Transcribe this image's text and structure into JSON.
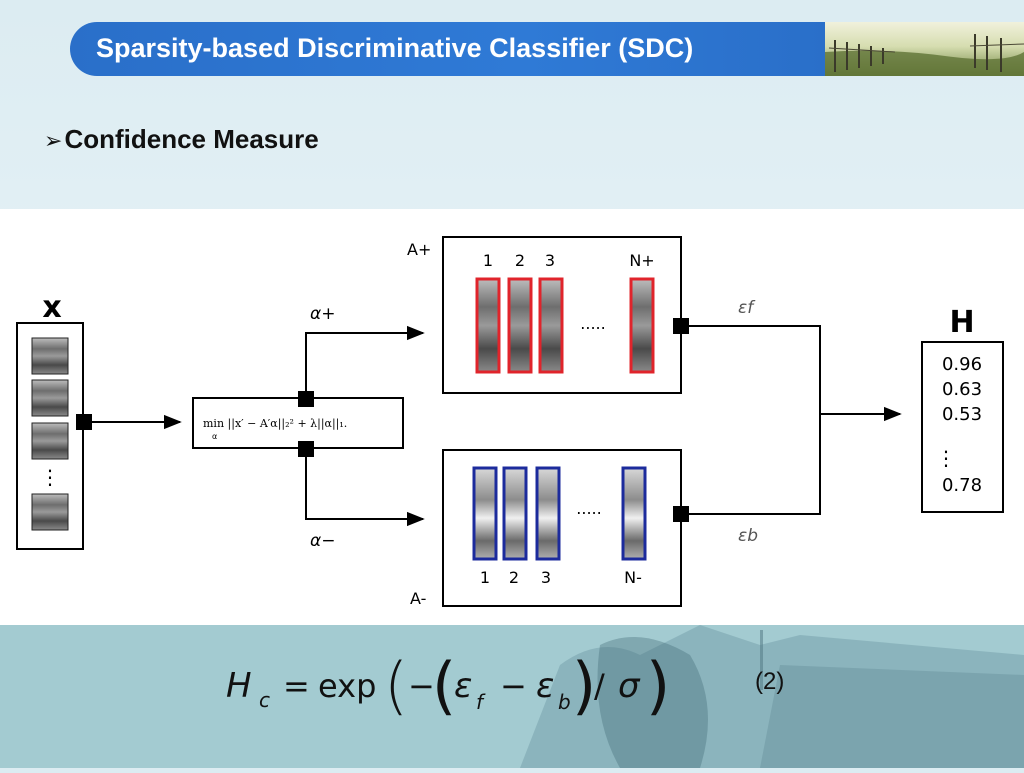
{
  "slide": {
    "title": "Sparsity-based Discriminative Classifier (SDC)",
    "bullet": "Confidence Measure"
  },
  "diagram": {
    "x_label": "x",
    "h_label": "H",
    "h_values": [
      "0.96",
      "0.63",
      "0.53",
      "⋮",
      "0.78"
    ],
    "alpha_plus": "α+",
    "alpha_minus": "α−",
    "eps_f": "εf",
    "eps_b": "εb",
    "a_plus": "A+",
    "a_minus": "A-",
    "pos_indices": [
      "1",
      "2",
      "3",
      "N+"
    ],
    "neg_indices": [
      "1",
      "2",
      "3",
      "N-"
    ],
    "dots": ".....",
    "min_expr": "min ||x′ − A′α||₂² + λ||α||₁.",
    "min_sub": "α"
  },
  "formula": {
    "lhs": "H",
    "lhs_sub": "c",
    "eq": "=",
    "exp": "exp",
    "body_minus": "−",
    "eps": "ε",
    "sub_f": "f",
    "sub_b": "b",
    "slash": "/",
    "sigma": "σ",
    "number": "(2)"
  },
  "colors": {
    "title_bar": "#2a6fc9",
    "positive_template": "#e0242b",
    "negative_template": "#1c2b9c"
  }
}
